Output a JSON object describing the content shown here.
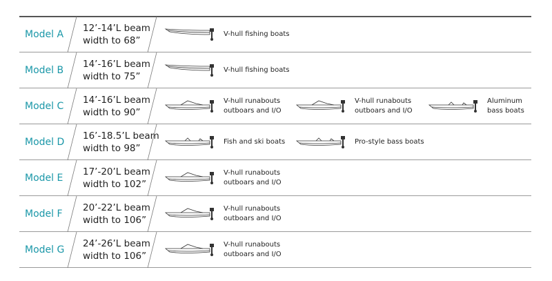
{
  "rows": [
    {
      "model": "Model A",
      "spec1": "12’-14’L beam",
      "spec2": "width to 68”",
      "boats": [
        {
          "icon": "v-hull-fishing-boat-icon",
          "l1": "V-hull fishing boats",
          "l2": ""
        }
      ]
    },
    {
      "model": "Model B",
      "spec1": "14’-16’L beam",
      "spec2": "width to 75”",
      "boats": [
        {
          "icon": "v-hull-fishing-boat-icon",
          "l1": "V-hull fishing boats",
          "l2": ""
        }
      ]
    },
    {
      "model": "Model C",
      "spec1": "14’-16’L beam",
      "spec2": "width to 90”",
      "boats": [
        {
          "icon": "runabout-boat-icon",
          "l1": "V-hull runabouts",
          "l2": "outboars and  I/O"
        },
        {
          "icon": "runabout-outboard-boat-icon",
          "l1": "V-hull runabouts",
          "l2": "outboars and  I/O"
        },
        {
          "icon": "aluminum-bass-boat-icon",
          "l1": "Aluminum",
          "l2": "bass boats"
        }
      ]
    },
    {
      "model": "Model D",
      "spec1": "16’-18.5’L beam",
      "spec2": "width to 98”",
      "boats": [
        {
          "icon": "fish-and-ski-boat-icon",
          "l1": "Fish and ski boats",
          "l2": ""
        },
        {
          "icon": "pro-style-bass-boat-icon",
          "l1": "Pro-style bass boats",
          "l2": ""
        }
      ]
    },
    {
      "model": "Model E",
      "spec1": "17’-20’L beam",
      "spec2": "width to 102”",
      "boats": [
        {
          "icon": "runabout-boat-icon",
          "l1": "V-hull runabouts",
          "l2": "outboars and  I/O"
        }
      ]
    },
    {
      "model": "Model F",
      "spec1": "20’-22’L beam",
      "spec2": "width to 106”",
      "boats": [
        {
          "icon": "runabout-boat-icon",
          "l1": "V-hull runabouts",
          "l2": "outboars and  I/O"
        }
      ]
    },
    {
      "model": "Model G",
      "spec1": "24’-26’L beam",
      "spec2": "width to 106”",
      "boats": [
        {
          "icon": "runabout-boat-icon",
          "l1": "V-hull runabouts",
          "l2": "outboars and  I/O"
        }
      ]
    }
  ]
}
